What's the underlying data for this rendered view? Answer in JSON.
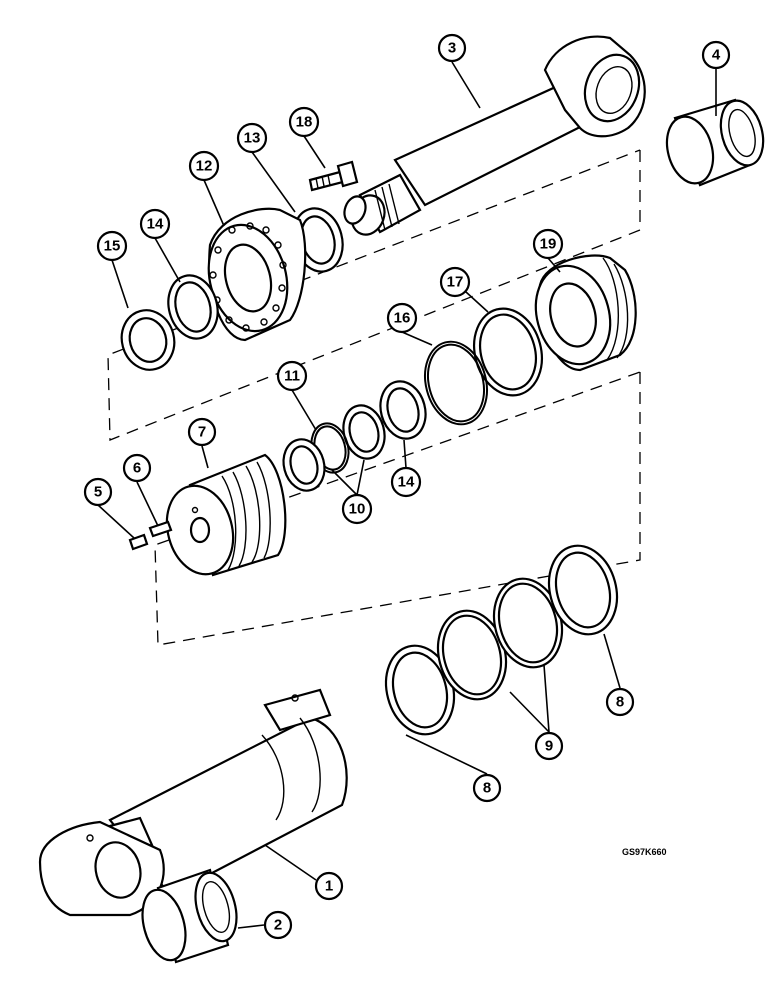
{
  "drawing_code": "GS97K660",
  "callouts": [
    {
      "id": "c1",
      "label": "1"
    },
    {
      "id": "c2",
      "label": "2"
    },
    {
      "id": "c3",
      "label": "3"
    },
    {
      "id": "c4",
      "label": "4"
    },
    {
      "id": "c5",
      "label": "5"
    },
    {
      "id": "c6",
      "label": "6"
    },
    {
      "id": "c7",
      "label": "7"
    },
    {
      "id": "c8a",
      "label": "8"
    },
    {
      "id": "c8b",
      "label": "8"
    },
    {
      "id": "c9",
      "label": "9"
    },
    {
      "id": "c10",
      "label": "10"
    },
    {
      "id": "c11",
      "label": "11"
    },
    {
      "id": "c12",
      "label": "12"
    },
    {
      "id": "c13",
      "label": "13"
    },
    {
      "id": "c14a",
      "label": "14"
    },
    {
      "id": "c14b",
      "label": "14"
    },
    {
      "id": "c15",
      "label": "15"
    },
    {
      "id": "c16",
      "label": "16"
    },
    {
      "id": "c17",
      "label": "17"
    },
    {
      "id": "c18",
      "label": "18"
    },
    {
      "id": "c19",
      "label": "19"
    }
  ]
}
